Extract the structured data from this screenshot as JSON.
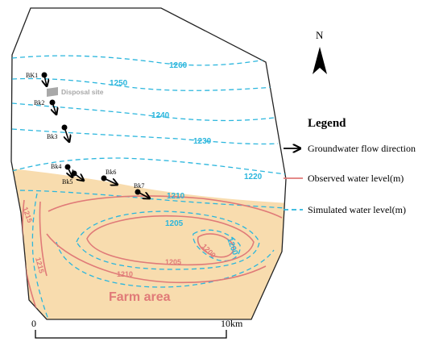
{
  "north_label": "N",
  "legend": {
    "title": "Legend",
    "items": [
      {
        "label": "Groundwater flow direction",
        "icon": "arrow-icon"
      },
      {
        "label": "Observed water level(m)",
        "color": "#e07a78"
      },
      {
        "label": "Simulated water level(m)",
        "color": "#2bb6dd"
      }
    ]
  },
  "simulated_contours": [
    "1260",
    "1250",
    "1240",
    "1230",
    "1220",
    "1210",
    "1205",
    "1200"
  ],
  "observed_contours": [
    "1215",
    "1215",
    "1210",
    "1205",
    "1200"
  ],
  "wells": [
    "BK1",
    "Bk2",
    "Bk3",
    "Bk4",
    "Bk5",
    "Bk6",
    "Bk7"
  ],
  "disposal_site_label": "Disposal site",
  "farm_area_label": "Farm area",
  "scale_bar": {
    "start": "0",
    "end": "10km"
  },
  "colors": {
    "observed": "#e07a78",
    "simulated": "#2bb6dd",
    "farm": "#f8dcae"
  }
}
